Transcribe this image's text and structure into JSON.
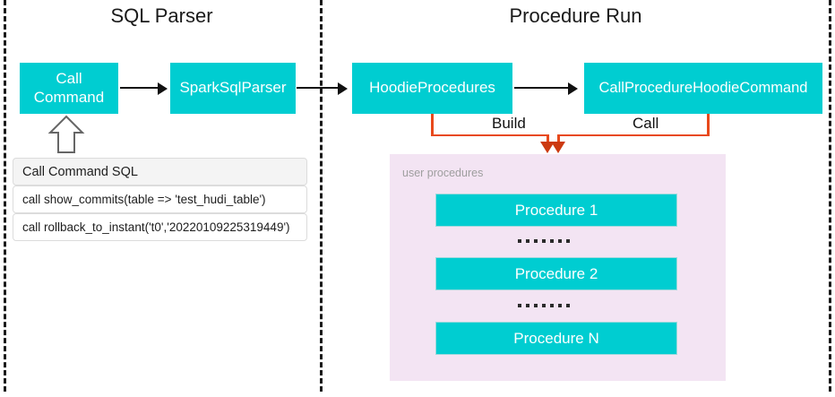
{
  "diagram": {
    "sections": [
      {
        "id": "sql-parser",
        "title": "SQL Parser"
      },
      {
        "id": "procedure-run",
        "title": "Procedure Run"
      }
    ],
    "nodes": [
      {
        "id": "call-command",
        "label": "Call\nCommand"
      },
      {
        "id": "spark-sql-parser",
        "label": "SparkSqlParser"
      },
      {
        "id": "hoodie-procedures",
        "label": "HoodieProcedures"
      },
      {
        "id": "call-procedure-hoodie-command",
        "label": "CallProcedureHoodieCommand"
      }
    ],
    "edge_labels": {
      "build": "Build",
      "call": "Call"
    },
    "sql_table": {
      "header": "Call Command SQL",
      "rows": [
        "call show_commits(table => 'test_hudi_table')",
        "call rollback_to_instant('t0','20220109225319449')"
      ]
    },
    "user_procedures_panel": {
      "label": "user procedures",
      "procedures": [
        "Procedure 1",
        "Procedure 2",
        "Procedure N"
      ],
      "ellipsis_dots": 7
    },
    "colors": {
      "node_fill": "#00cdd1",
      "node_text": "#ffffff",
      "panel_fill": "#f3e4f3",
      "panel_label": "#9e9e9e",
      "connector_orange": "#e8491b",
      "connector_black": "#111111",
      "divider": "#1a1a1a",
      "background": "#ffffff"
    }
  }
}
